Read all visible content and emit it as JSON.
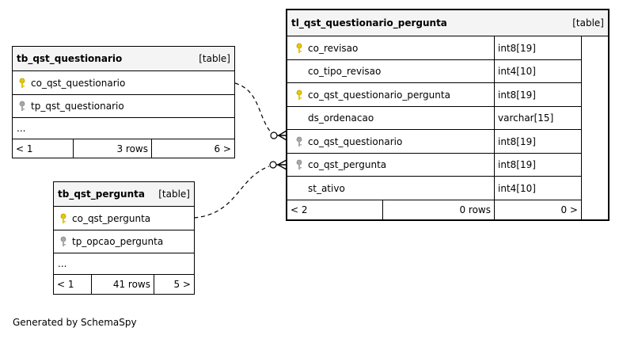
{
  "colors": {
    "header_bg": "#f4f4f4",
    "primary_key": "#e6c800",
    "foreign_key": "#a8a8a8",
    "border": "#000000"
  },
  "tables": {
    "questionario": {
      "name": "tb_qst_questionario",
      "type": "[table]",
      "columns": [
        {
          "name": "co_qst_questionario",
          "key": "primary"
        },
        {
          "name": "tp_qst_questionario",
          "key": "foreign"
        }
      ],
      "ellipsis": "...",
      "footer": {
        "left": "< 1",
        "rows": "3 rows",
        "right": "6 >"
      }
    },
    "pergunta": {
      "name": "tb_qst_pergunta",
      "type": "[table]",
      "columns": [
        {
          "name": "co_qst_pergunta",
          "key": "primary"
        },
        {
          "name": "tp_opcao_pergunta",
          "key": "foreign"
        }
      ],
      "ellipsis": "...",
      "footer": {
        "left": "< 1",
        "rows": "41 rows",
        "right": "5 >"
      }
    },
    "questionario_pergunta": {
      "name": "tl_qst_questionario_pergunta",
      "type": "[table]",
      "columns": [
        {
          "name": "co_revisao",
          "type": "int8[19]",
          "key": "primary"
        },
        {
          "name": "co_tipo_revisao",
          "type": "int4[10]",
          "key": "none"
        },
        {
          "name": "co_qst_questionario_pergunta",
          "type": "int8[19]",
          "key": "primary"
        },
        {
          "name": "ds_ordenacao",
          "type": "varchar[15]",
          "key": "none"
        },
        {
          "name": "co_qst_questionario",
          "type": "int8[19]",
          "key": "foreign"
        },
        {
          "name": "co_qst_pergunta",
          "type": "int8[19]",
          "key": "foreign"
        },
        {
          "name": "st_ativo",
          "type": "int4[10]",
          "key": "none"
        }
      ],
      "footer": {
        "left": "< 2",
        "rows": "0 rows",
        "right": "0 >"
      }
    }
  },
  "relationships": [
    {
      "from": "tb_qst_questionario.co_qst_questionario",
      "to": "tl_qst_questionario_pergunta.co_qst_questionario"
    },
    {
      "from": "tb_qst_pergunta.co_qst_pergunta",
      "to": "tl_qst_questionario_pergunta.co_qst_pergunta"
    }
  ],
  "generated_by": "Generated by SchemaSpy"
}
